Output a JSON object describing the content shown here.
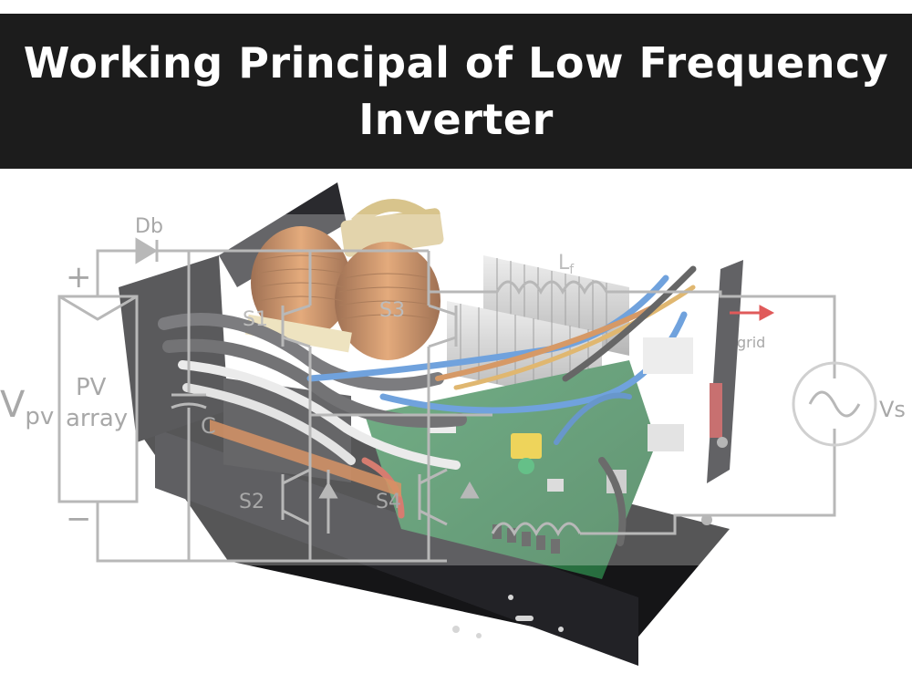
{
  "header": {
    "title_line1": "Working Principal of Low Frequency",
    "title_line2": "Inverter"
  },
  "circuit": {
    "labels": {
      "diode": "Db",
      "plus": "+",
      "minus": "−",
      "v_pv_main": "V",
      "v_pv_sub": "pv",
      "pv_line1": "PV",
      "pv_line2": "array",
      "capacitor": "C",
      "s1": "S1",
      "s2": "S2",
      "s3": "S3",
      "s4": "S4",
      "inductor_main": "L",
      "inductor_sub": "f",
      "grid_current": "grid",
      "v_s": "Vs"
    }
  },
  "colors": {
    "title_bg": "#1c1c1c",
    "title_text": "#ffffff",
    "chassis": "#1f1f22",
    "pcb": "#2f7d4a",
    "copper_coil": "#b5652a",
    "wire_blue": "#3a7fd0",
    "circuit_line": "#b8b8b8",
    "grid_arrow": "#e05a5a"
  }
}
